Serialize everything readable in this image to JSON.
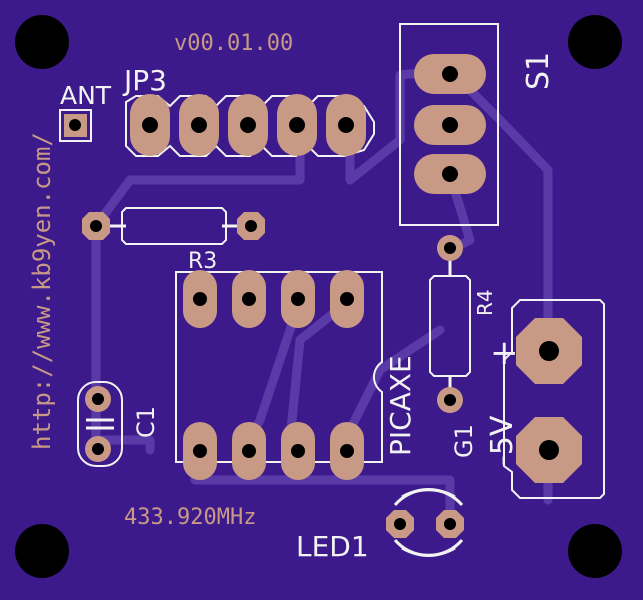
{
  "board": {
    "version": "v00.01.00",
    "url": "http://www.kb9yen.com/",
    "frequency": "433.920MHz",
    "labels": {
      "ant": "ANT",
      "jp3": "JP3",
      "s1": "S1",
      "r3": "R3",
      "r4": "R4",
      "c1": "C1",
      "picaxe": "PICAXE",
      "g1": "G1",
      "voltage": "-5V",
      "plus": "+",
      "led1": "LED1"
    },
    "colors": {
      "board": "#3d1a8c",
      "trace": "#5a3aa6",
      "pad": "#c89a86",
      "silk": "#f2f2f2",
      "drill": "#000000"
    }
  }
}
